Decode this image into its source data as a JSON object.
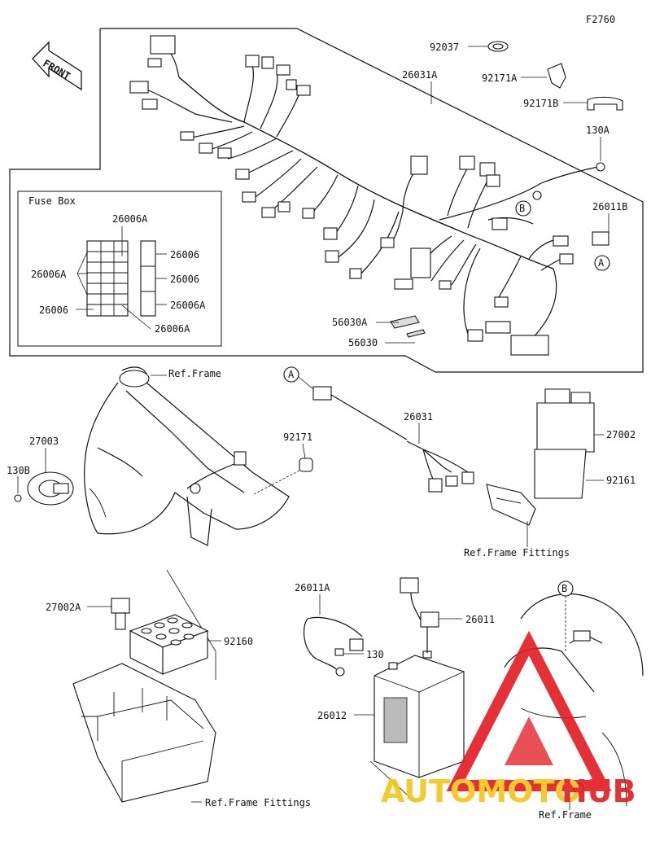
{
  "diagram": {
    "code": "F2760",
    "front_label": "FRONT",
    "fuse_box_title": "Fuse Box",
    "callouts": {
      "p92037": "92037",
      "p26031A": "26031A",
      "p92171A": "92171A",
      "p92171B": "92171B",
      "p130A": "130A",
      "p26011B": "26011B",
      "p26006A_top": "26006A",
      "p26006A_left": "26006A",
      "p26006_left": "26006",
      "p26006_r1": "26006",
      "p26006_r2": "26006",
      "p26006A_r3": "26006A",
      "p26006A_bottom": "26006A",
      "p56030A": "56030A",
      "p56030": "56030",
      "ref_frame_1": "Ref.Frame",
      "p27003": "27003",
      "p130B": "130B",
      "p92171": "92171",
      "p26031": "26031",
      "p27002": "27002",
      "p92161": "92161",
      "ref_frame_fittings_1": "Ref.Frame Fittings",
      "p27002A": "27002A",
      "p92160": "92160",
      "p26011A": "26011A",
      "p26011": "26011",
      "p130": "130",
      "p26012": "26012",
      "ref_frame_fittings_2": "Ref.Frame Fittings",
      "ref_frame_2": "Ref.Frame"
    },
    "connectors": {
      "a1": "A",
      "a2": "A",
      "b1": "B",
      "b2": "B"
    },
    "watermark": {
      "text_left": "AUTOMOTO",
      "text_right": "HUB",
      "color_red": "#e21b23",
      "color_yellow": "#f5c518"
    }
  }
}
